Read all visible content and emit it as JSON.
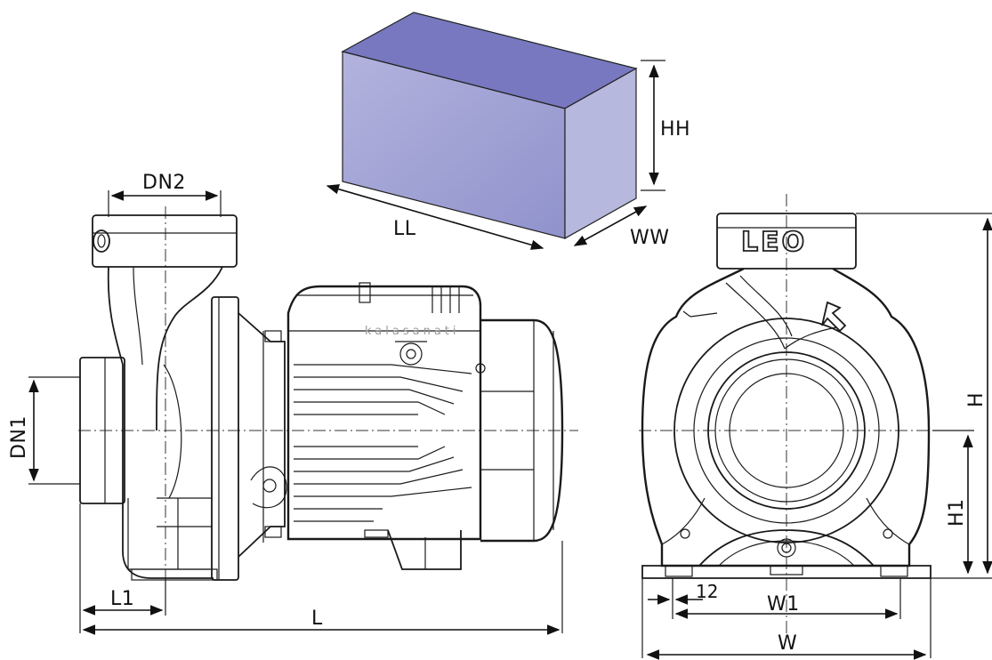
{
  "dimensions": {
    "box_height": "HH",
    "box_length": "LL",
    "box_width": "WW",
    "outlet": "DN2",
    "inlet": "DN1",
    "inlet_offset": "L1",
    "total_length": "L",
    "height": "H",
    "axis_height": "H1",
    "foot_spacing": "W1",
    "foot_edge": "12",
    "total_width": "W"
  },
  "brand": "LEO",
  "watermark": "kalasanati",
  "colors": {
    "box_front": "#9ea0d2",
    "box_top": "#7a7cc0",
    "box_side": "#b9bade",
    "line": "#1a1a1a"
  }
}
